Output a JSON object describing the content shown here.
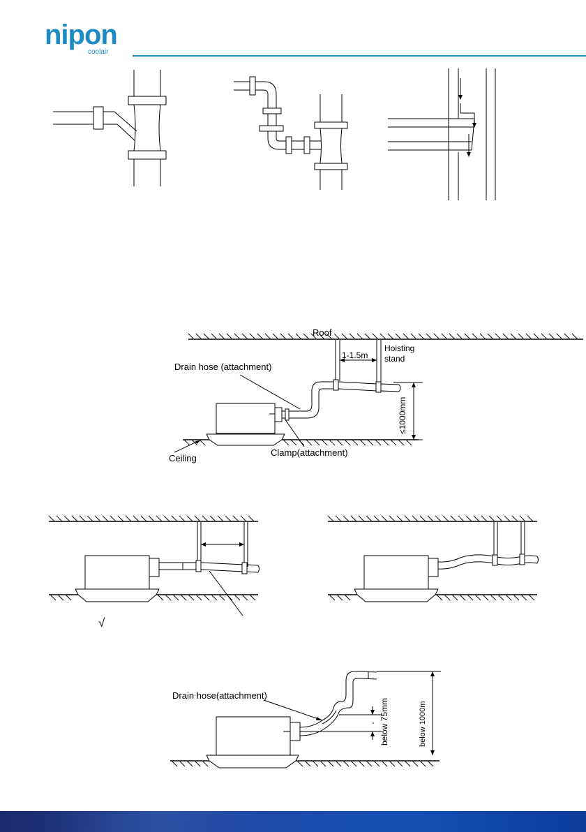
{
  "brand": {
    "logo_text": "nipon",
    "logo_subtext": "coolair",
    "logo_color": "#1e8bc3",
    "rule_color": "#1e8bc3"
  },
  "figure_install": {
    "roof_label": "Roof",
    "hoisting_label_line1": "Hoisting",
    "hoisting_label_line2": "stand",
    "spacing_label": "1-1.5m",
    "drain_hose_label": "Drain hose (attachment)",
    "height_label": "≤1000mm",
    "ceiling_label": "Ceiling",
    "clamp_label": "Clamp(attachment)"
  },
  "figure_compare": {
    "check_mark": "√"
  },
  "figure_riser": {
    "drain_hose_label": "Drain hose(attachment)",
    "below_75_label": "below 75mm",
    "below_1000_label": "below 1000m"
  },
  "footer": {
    "band_color": "#1f4aa8"
  }
}
